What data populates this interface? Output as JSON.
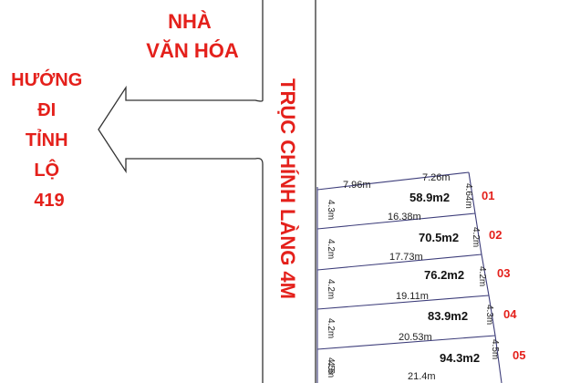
{
  "labels": {
    "cultural_house": [
      "NHÀ",
      "VĂN HÓA"
    ],
    "direction": [
      "HƯỚNG",
      "ĐI",
      "TỈNH",
      "LỘ",
      "419"
    ],
    "main_road": "TRỤC CHÍNH LÀNG 4M"
  },
  "lots": [
    {
      "number": "01",
      "area": "58.9m2",
      "top_widths": [
        "7.96m",
        "7.26m"
      ],
      "left_depth": "4.3m",
      "right_depth": "4.64m"
    },
    {
      "number": "02",
      "area": "70.5m2",
      "top_width": "16.38m",
      "left_depth": "4.2m",
      "right_depth": "4.2m"
    },
    {
      "number": "03",
      "area": "76.2m2",
      "top_width": "17.73m",
      "left_depth": "4.2m",
      "right_depth": "4.2m"
    },
    {
      "number": "04",
      "area": "83.9m2",
      "top_width": "19.11m",
      "left_depth": "4.2m",
      "right_depth": "4.3m"
    },
    {
      "number": "05",
      "area": "94.3m2",
      "top_width": "20.53m",
      "left_depth": "4.5m",
      "right_depth": "4.5m"
    },
    {
      "number": "",
      "area": "",
      "top_width": "21.4m",
      "left_depth": "4.5",
      "right_depth": ""
    }
  ],
  "colors": {
    "label_red": "#e4201b",
    "line": "#333333",
    "lot_border": "#3d3d7a"
  }
}
